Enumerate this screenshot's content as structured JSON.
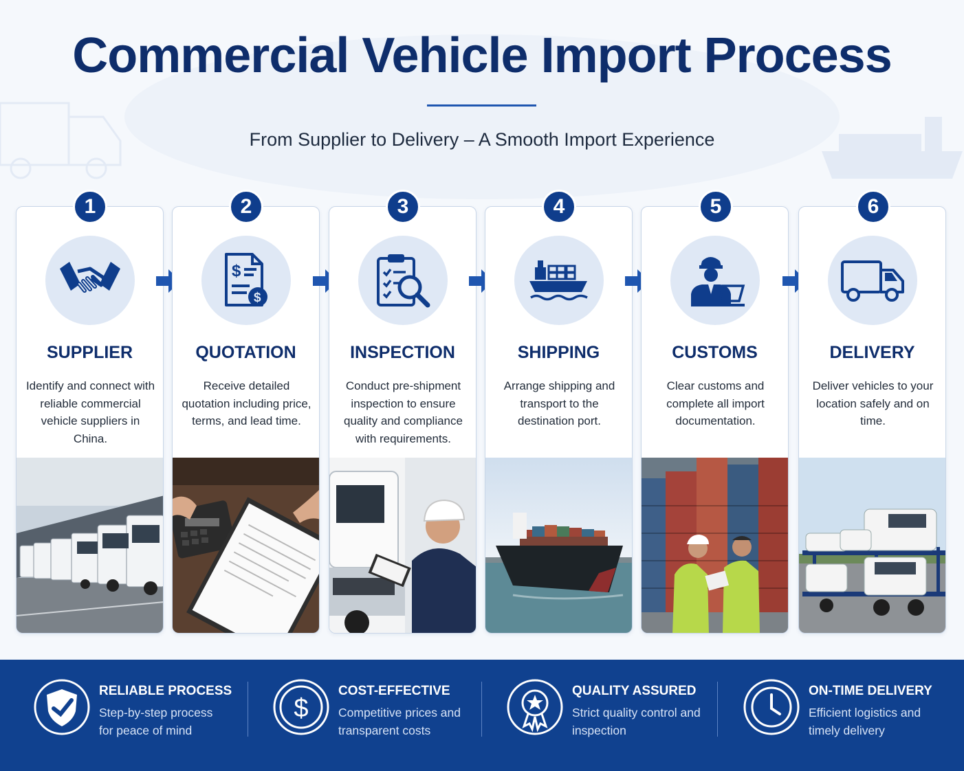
{
  "header": {
    "title": "Commercial Vehicle Import Process",
    "subtitle": "From Supplier to Delivery – A Smooth Import Experience"
  },
  "colors": {
    "primary": "#0f3d8c",
    "title": "#0e2d6b",
    "footer_bg": "#10418f",
    "icon_bg": "#dfe8f5"
  },
  "steps": [
    {
      "number": "1",
      "title": "SUPPLIER",
      "description": "Identify and connect with reliable commercial vehicle suppliers in China.",
      "icon": "handshake-icon"
    },
    {
      "number": "2",
      "title": "QUOTATION",
      "description": "Receive detailed quotation including price, terms, and lead time.",
      "icon": "quotation-document-icon"
    },
    {
      "number": "3",
      "title": "INSPECTION",
      "description": "Conduct pre-shipment inspection to ensure quality and compliance with requirements.",
      "icon": "inspection-clipboard-icon"
    },
    {
      "number": "4",
      "title": "SHIPPING",
      "description": "Arrange shipping and transport to the destination port.",
      "icon": "cargo-ship-icon"
    },
    {
      "number": "5",
      "title": "CUSTOMS",
      "description": "Clear customs and complete all import documentation.",
      "icon": "customs-officer-icon"
    },
    {
      "number": "6",
      "title": "DELIVERY",
      "description": "Deliver vehicles to your location safely and on time.",
      "icon": "delivery-truck-icon"
    }
  ],
  "features": [
    {
      "title": "RELIABLE PROCESS",
      "description": "Step-by-step process for peace of mind",
      "icon": "shield-check-icon"
    },
    {
      "title": "COST-EFFECTIVE",
      "description": "Competitive prices and transparent costs",
      "icon": "dollar-coin-icon"
    },
    {
      "title": "QUALITY ASSURED",
      "description": "Strict quality control and inspection",
      "icon": "quality-badge-icon"
    },
    {
      "title": "ON-TIME DELIVERY",
      "description": "Efficient logistics and timely delivery",
      "icon": "clock-icon"
    }
  ]
}
